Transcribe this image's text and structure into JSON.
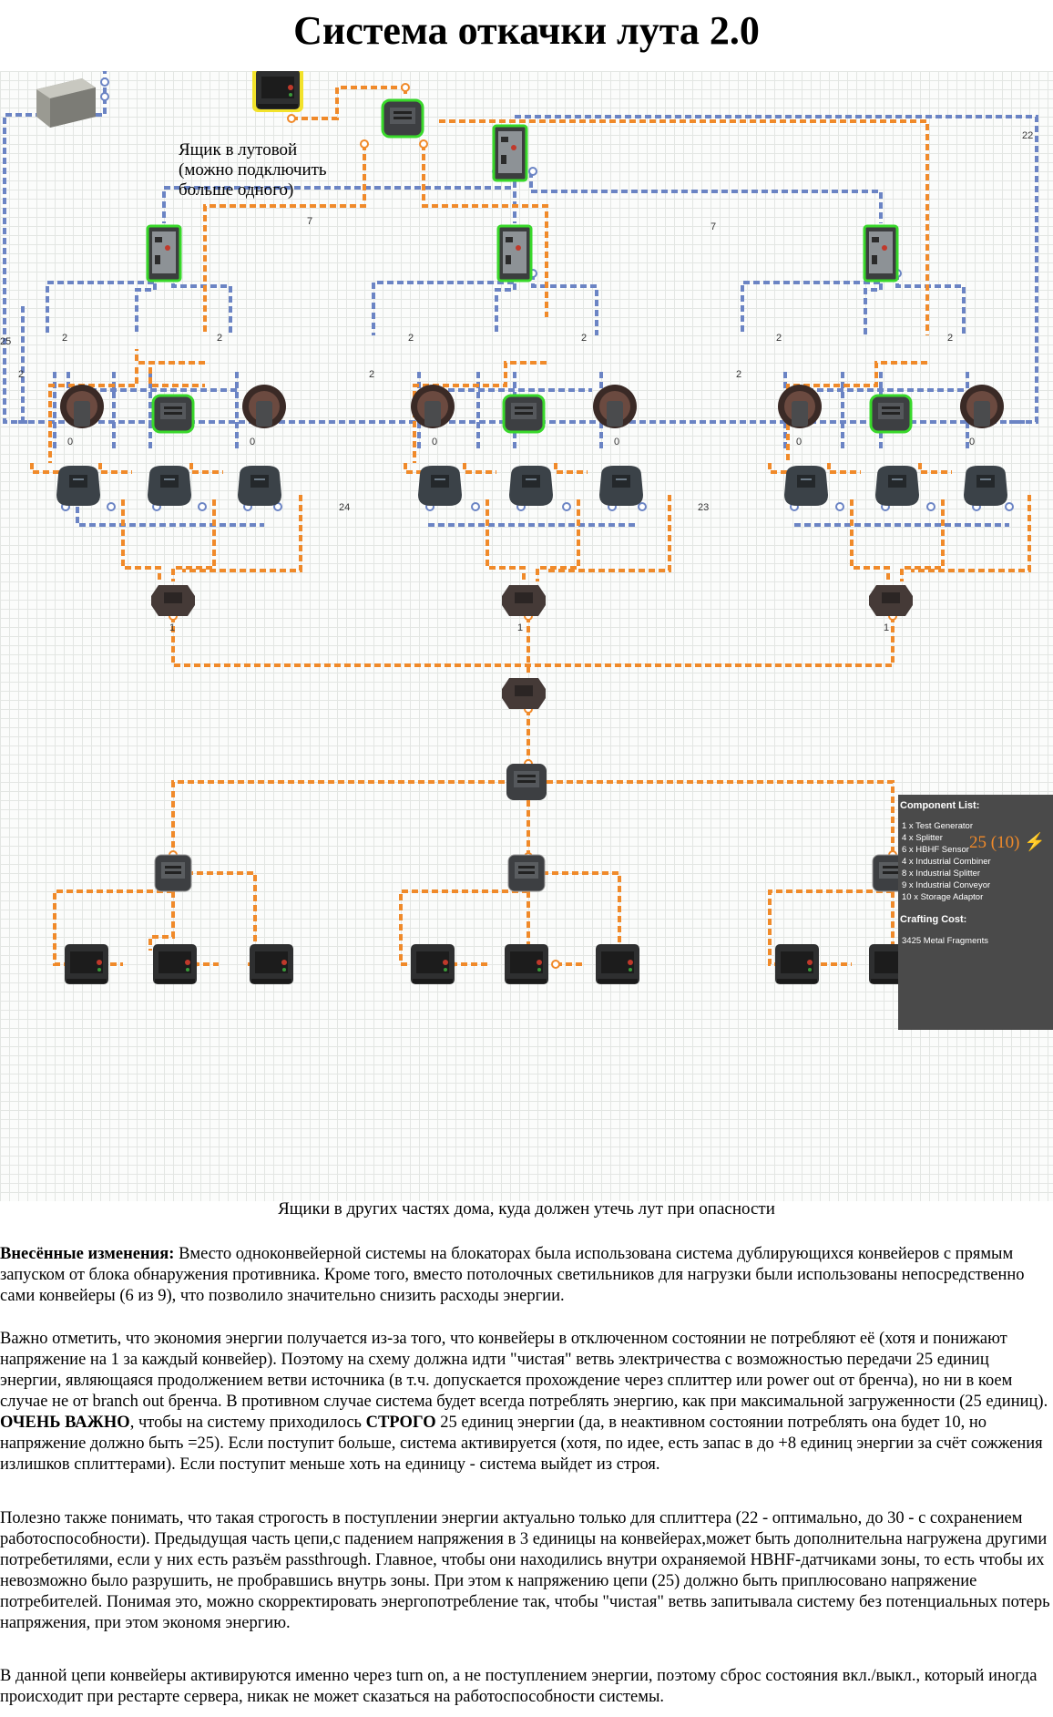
{
  "title": "Система откачки лута 2.0",
  "loot_box_note": "Ящик в лутовой\n(можно подключить\nбольше одного)",
  "caption": "Ящики в других частях дома, куда должен утечь лут при опасности",
  "wire_labels": [
    "22",
    "7",
    "7",
    "25",
    "2",
    "2",
    "2",
    "2",
    "2",
    "2",
    "2",
    "2",
    "2",
    "0",
    "0",
    "0",
    "0",
    "0",
    "0",
    "24",
    "23",
    "1",
    "1",
    "1"
  ],
  "component_panel": {
    "heading": "Component List:",
    "items": [
      "1 x Test Generator",
      "4 x Splitter",
      "6 x HBHF Sensor",
      "4 x Industrial Combiner",
      "8 x Industrial Splitter",
      "9 x Industrial Conveyor",
      "10 x Storage Adaptor"
    ],
    "cost_heading": "Crafting Cost:",
    "cost": "3425 Metal Fragments",
    "power": "25 (10)"
  },
  "text": {
    "p1_bold": "Внесённые изменения:",
    "p1": " Вместо одноконвейерной системы на блокаторах была использована система дублирующихся конвейеров с прямым запуском от блока обнаружения противника. Кроме того, вместо потолочных светильников для нагрузки были использованы непосредственно сами конвейеры (6 из 9), что позволило значительно снизить расходы энергии.",
    "p2_a": "Важно отметить, что экономия энергии получается из-за того, что конвейеры в отключенном состоянии не потребляют её (хотя и понижают напряжение на 1 за каждый конвейер). Поэтому на схему должна идти \"чистая\" ветвь электричества с возможностью передачи 25 единиц энергии, являющаяся продолжением ветви источника (в т.ч. допускается прохождение через сплиттер или power out от бренча), но ни в коем случае не от branch out бренча. В противном случае система будет всегда потреблять энергию, как при максимальной загруженности (25 единиц). ",
    "p2_bold1": "ОЧЕНЬ ВАЖНО",
    "p2_b": ", чтобы на систему приходилось ",
    "p2_bold2": "СТРОГО",
    "p2_c": " 25 единиц энергии (да, в неактивном состоянии потреблять она будет 10, но напряжение должно быть =25). Если поступит больше, система активируется (хотя, по идее, есть запас в до +8 единиц энергии за счёт сожжения излишков сплиттерами). Если поступит меньше хоть на единицу - система выйдет из строя.",
    "p3": "Полезно также понимать, что такая строгость в поступлении энергии актуально только для сплиттера (22 - оптимально, до 30 - с сохранением работоспособности). Предыдущая часть цепи,с падением напряжения в 3 единицы на конвейерах,может быть дополнительна нагружена другими потребетилями, если у них есть разъём passthrough. Главное, чтобы они находились внутри охраняемой HBHF-датчиками зоны, то есть чтобы их невозможно было разрушить, не пробравшись внутрь зоны. При этом к напряжению цепи (25) должно быть приплюсовано напряжение потребителей. Понимая это, можно скорректировать энергопотребление так, чтобы \"чистая\" ветвь запитывала систему без потенциальных потерь напряжения, при этом экономя энергию.",
    "p4": "В данной цепи конвейеры активируются именно через turn on, а не поступлением энергии, поэтому сброс состояния вкл./выкл., который иногда происходит при рестарте сервера, никак не может сказаться на работоспособности системы."
  },
  "colors": {
    "power_wire": "#6b84c4",
    "item_wire": "#f08a2a",
    "highlight": "#39d82b",
    "device_dark": "#3d3f42",
    "panel_bg": "#4a4a4a"
  }
}
